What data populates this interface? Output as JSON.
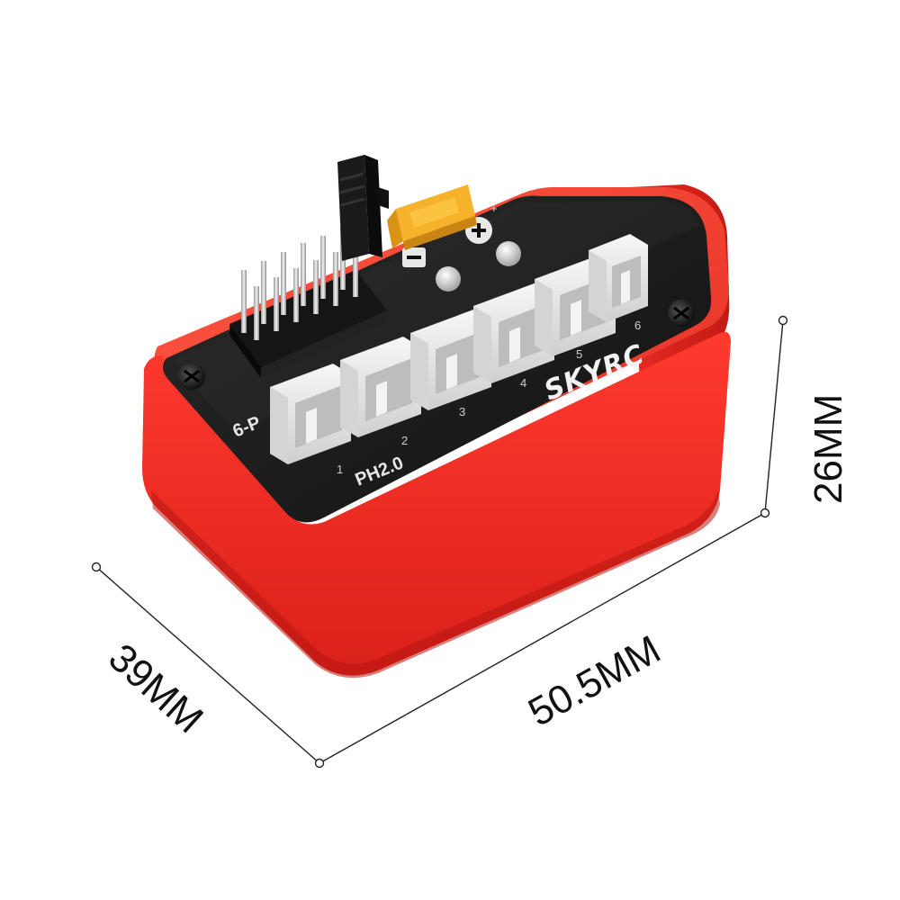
{
  "product": {
    "brand_logo": "SKYRC",
    "connector_type_label": "PH2.0",
    "cell_label": "6-P",
    "port_numbers": [
      "1",
      "2",
      "3",
      "4",
      "5",
      "6"
    ],
    "polarity": {
      "positive": "+",
      "negative": "−"
    },
    "case_color": "#ee2a22",
    "board_color": "#1f1f1f",
    "connector_color": "#e9e9e9",
    "xt_connector_color": "#f0a51a"
  },
  "dimensions": {
    "width_label": "39MM",
    "length_label": "50.5MM",
    "height_label": "26MM"
  }
}
